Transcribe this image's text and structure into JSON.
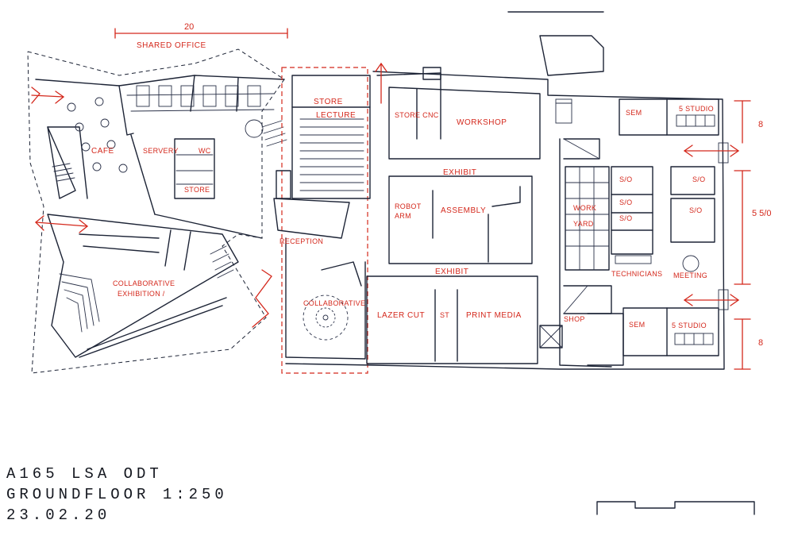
{
  "labels": {
    "dim_top": "20",
    "shared_office": "SHARED OFFICE",
    "store_top": "STORE",
    "lecture": "LECTURE",
    "store_cnc": "STORE CNC",
    "workshop": "WORKSHOP",
    "cafe": "CAFE",
    "servery": "SERVERY",
    "wc": "WC",
    "store_left": "STORE",
    "exhibit_top": "EXHIBIT",
    "robot_arm_1": "ROBOT",
    "robot_arm_2": "ARM",
    "assembly": "ASSEMBLY",
    "work_yard_1": "WORK",
    "work_yard_2": "YARD",
    "reception": "RECEPTION",
    "collaborative_exhibition_1": "COLLABORATIVE",
    "collaborative_exhibition_2": "EXHIBITION /",
    "exhibit_bottom": "EXHIBIT",
    "collaborative": "COLLABORATIVE",
    "lazer_cut": "LAZER CUT",
    "st": "ST",
    "print_media": "PRINT MEDIA",
    "shop": "SHOP",
    "sem_top": "SEM",
    "studio_top": "5 STUDIO",
    "so_1": "S/O",
    "so_2": "S/O",
    "so_3": "S/O",
    "so_4": "S/O",
    "so_5": "S/O",
    "technicians": "TECHNICIANS",
    "meeting": "MEETING",
    "sem_bottom": "SEM",
    "studio_bottom": "5 STUDIO",
    "dim_right_top": "8",
    "dim_right_mid": "5 5/0",
    "dim_right_bottom": "8"
  },
  "title_block": {
    "line1": "A165  LSA  ODT",
    "line2": "GROUNDFLOOR 1:250",
    "line3": "23.02.20"
  },
  "colors": {
    "ink": "#1d2436",
    "annotation": "#d4281c",
    "paper": "#ffffff"
  }
}
